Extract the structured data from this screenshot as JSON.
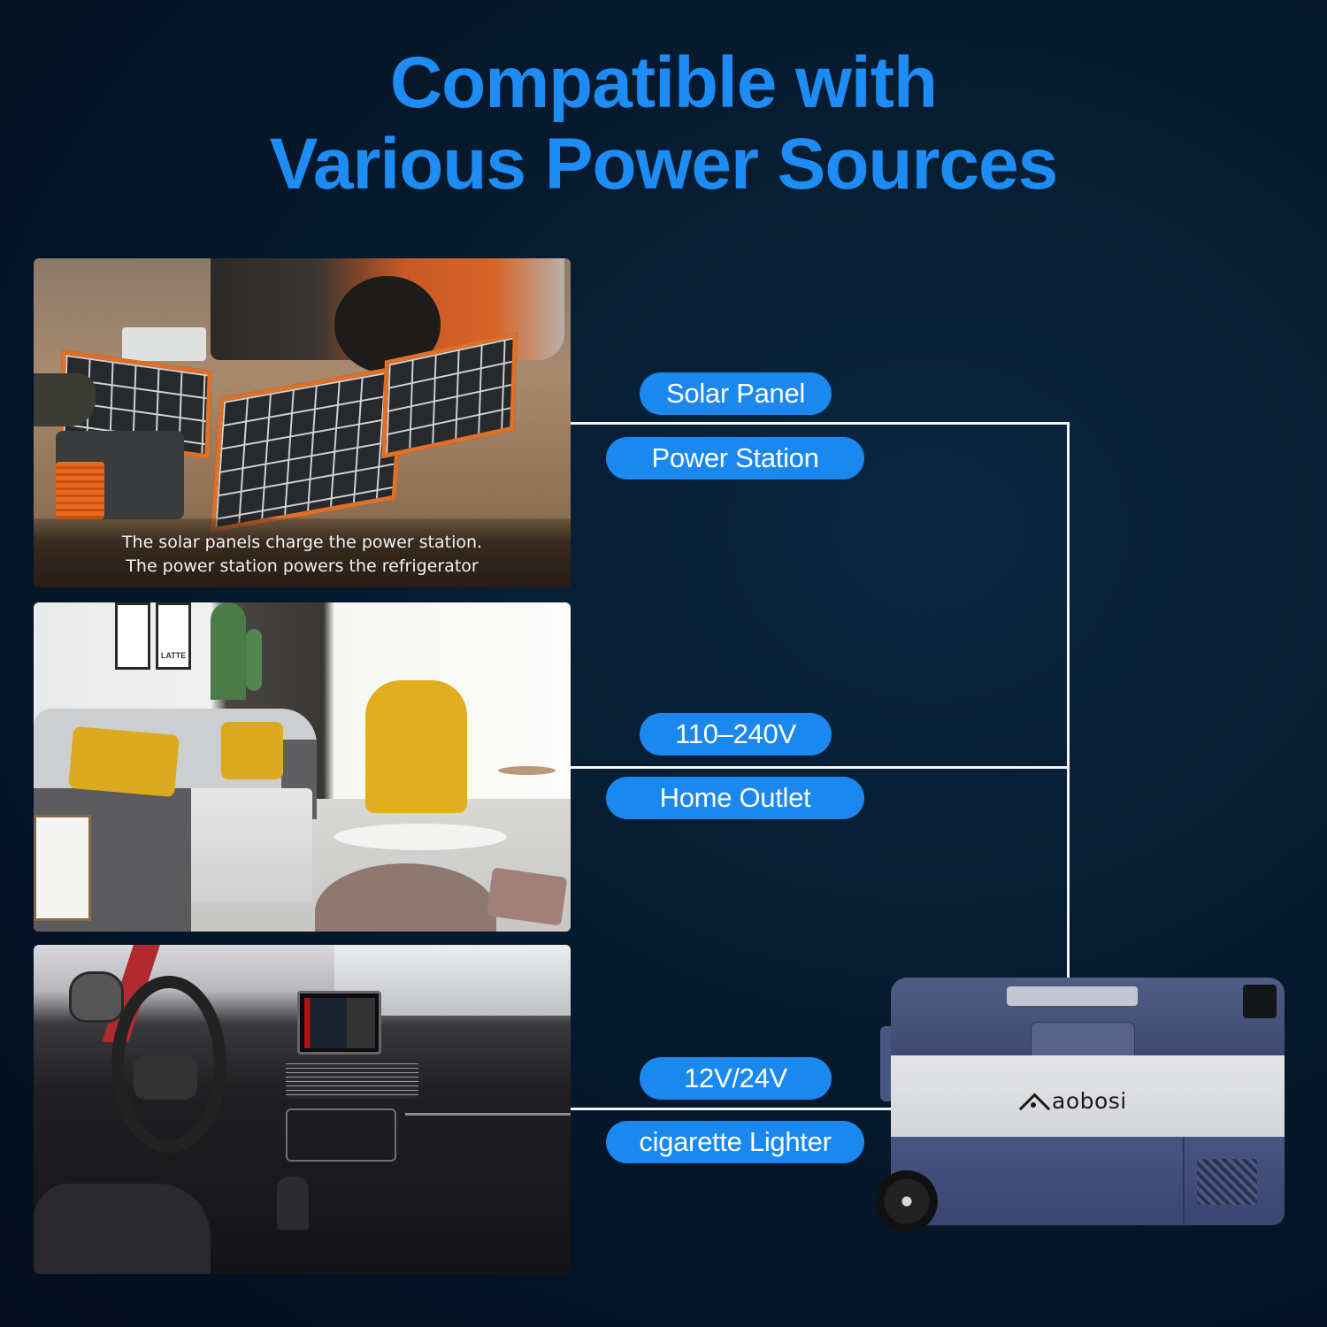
{
  "header": {
    "title_line1": "Compatible with",
    "title_line2": "Various Power Sources"
  },
  "colors": {
    "accent_blue": "#1a88ef",
    "title_blue": "#1e8cf5",
    "background": "#061a2e",
    "connector_line": "#f4f6f8"
  },
  "sources": [
    {
      "id": "solar",
      "photo_caption_line1": "The solar panels charge the power station.",
      "photo_caption_line2": "The power station powers the refrigerator",
      "label_top": "Solar Panel",
      "label_bottom": "Power Station"
    },
    {
      "id": "home",
      "photo_frames": [
        "",
        "LATTE"
      ],
      "label_top": "110–240V",
      "label_bottom": "Home Outlet"
    },
    {
      "id": "car",
      "label_top": "12V/24V",
      "label_bottom": "cigarette Lighter"
    }
  ],
  "product": {
    "brand": "aobosi"
  }
}
